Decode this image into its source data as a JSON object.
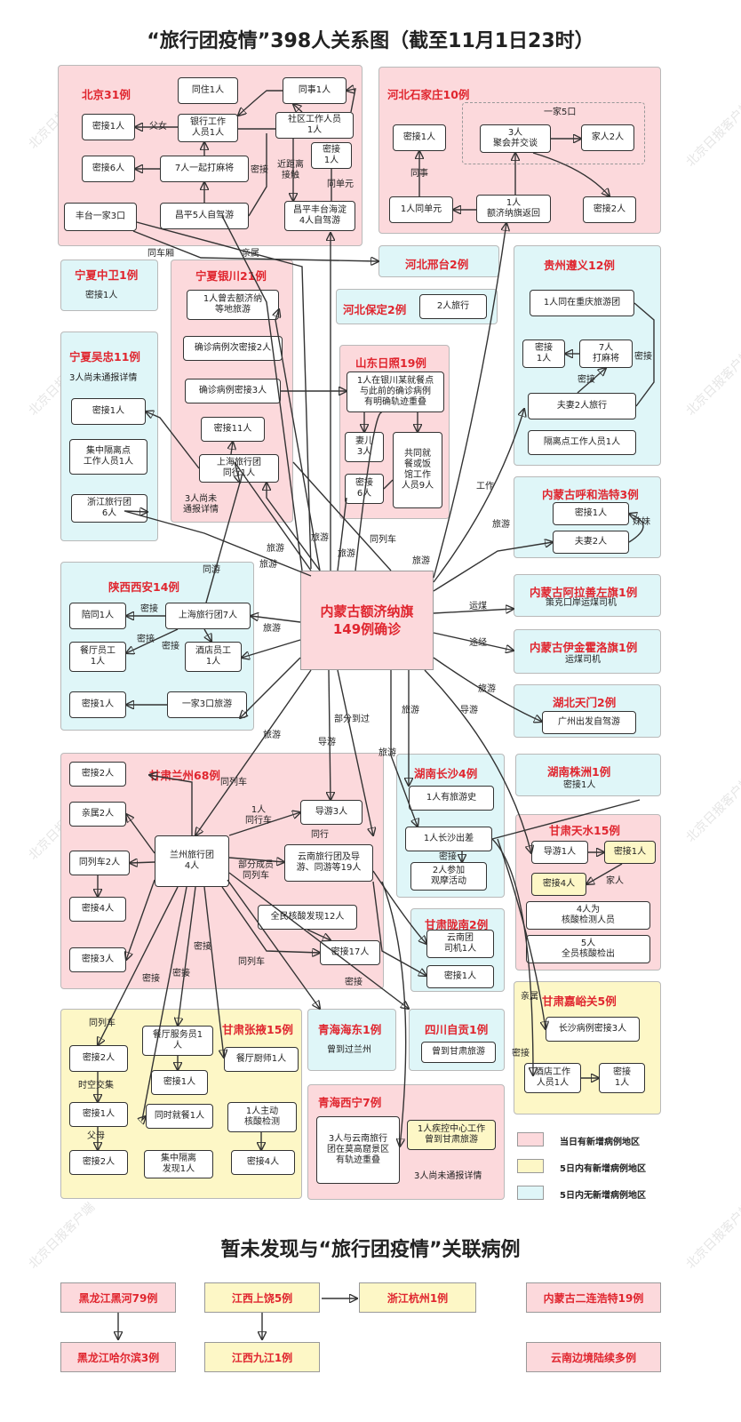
{
  "header": {
    "title": "“旅行团疫情”398人关系图（截至11月1日23时）"
  },
  "center": {
    "label": "内蒙古额济纳旗\n149例确诊"
  },
  "regions": {
    "beijing": {
      "title": "北京31例",
      "nodes": {
        "tongzhu": "同住1人",
        "tongshi": "同事1人",
        "mijie1": "密接1人",
        "bank": "银行工作\n人员1人",
        "shequ": "社区工作人员\n1人",
        "mijie_c": "密接\n1人",
        "mijie6": "密接6人",
        "majiang": "7人一起打麻将",
        "fengtai": "丰台一家3口",
        "changping": "昌平5人自驾游",
        "cp_haidian": "昌平丰台海淀\n4人自驾游"
      },
      "labels": {
        "fuma": "父女",
        "mijie_l": "密接",
        "jinjuli": "近距离\n接触",
        "tongdanyuan": "同单元"
      }
    },
    "shijiazhuang": {
      "title": "河北石家庄10例",
      "nodes": {
        "mijie1": "密接1人",
        "juhui": "3人\n聚会并交谈",
        "jiaren": "家人2人",
        "mijie2": "密接2人",
        "tongdanyuan": "1人同单元",
        "fanhui": "1人\n额济纳旗返回"
      },
      "labels": {
        "family": "一家5口",
        "tongshi": "同事"
      }
    },
    "xingtai": {
      "title": "河北邢台2例"
    },
    "baoding": {
      "title": "河北保定2例",
      "nodes": {
        "travel": "2人旅行"
      }
    },
    "zhongwei": {
      "title": "宁夏中卫1例",
      "nodes": {
        "mijie": "密接1人"
      }
    },
    "yinchuan": {
      "title": "宁夏银川21例",
      "nodes": {
        "ejina": "1人曾去额济纳\n等地旅游",
        "ciji2": "确诊病例次密接2人",
        "mijie3": "确诊病例密接3人",
        "mijie11": "密接11人",
        "shanghai": "上海旅行团\n同行1人"
      },
      "labels": {
        "note": "3人尚未\n通报详情"
      }
    },
    "wuzhong": {
      "title": "宁夏吴忠11例",
      "nodes": {
        "mijie": "密接1人",
        "geli": "集中隔离点\n工作人员1人",
        "zhejiang": "浙江旅行团\n6人"
      },
      "labels": {
        "note": "3人尚未通报详情"
      }
    },
    "rizhao": {
      "title": "山东日照19例",
      "nodes": {
        "main": "1人在银川某就餐点\n与此前的确诊病例\n有明确轨迹重叠",
        "wife": "妻儿\n3人",
        "restaurant": "共同就\n餐或饭\n馆工作\n人员9人",
        "mijie6": "密接\n6人"
      }
    },
    "zunyi": {
      "title": "贵州遵义12例",
      "nodes": {
        "chongqing": "1人同在重庆旅游团",
        "mijie1": "密接\n1人",
        "majiang": "7人\n打麻将",
        "couple": "夫妻2人旅行",
        "geli": "隔离点工作人员1人"
      },
      "labels": {
        "mijie_a": "密接",
        "mijie_b": "密接"
      }
    },
    "huhehaote": {
      "title": "内蒙古呼和浩特3例",
      "nodes": {
        "mijie": "密接1人",
        "couple": "夫妻2人"
      },
      "labels": {
        "meimei": "妹妹"
      }
    },
    "xian": {
      "title": "陕西西安14例",
      "nodes": {
        "peitong": "陪同1人",
        "shanghai": "上海旅行团7人",
        "canting": "餐厅员工\n1人",
        "jiudian": "酒店员工\n1人",
        "mijie": "密接1人",
        "family3": "一家3口旅游"
      },
      "labels": {
        "mijie_a": "密接",
        "mijie_b": "密接",
        "mijie_c": "密接"
      }
    },
    "alashan": {
      "title": "内蒙古阿拉善左旗1例",
      "sub": "策克口岸运煤司机"
    },
    "yijinhuoluo": {
      "title": "内蒙古伊金霍洛旗1例",
      "sub": "运煤司机"
    },
    "tianmen": {
      "title": "湖北天门2例",
      "nodes": {
        "gz": "广州出发自驾游"
      }
    },
    "lanzhou": {
      "title": "甘肃兰州68例",
      "nodes": {
        "mijie2": "密接2人",
        "qinshu": "亲属2人",
        "tonglieche": "同列车2人",
        "mijie4": "密接4人",
        "mijie3": "密接3人",
        "tuan": "兰州旅行团\n4人",
        "yunnan": "云南旅行团及导\n游、同游等19人",
        "daoyou": "导游3人",
        "quanmin": "全民核酸发现12人",
        "mijie17": "密接17人"
      },
      "labels": {
        "tongliechen": "同列车",
        "tongxing": "1人\n同行车",
        "tongxing2": "同行",
        "bufen": "部分成员\n同列车",
        "tonglieche2": "同列车",
        "mijie_a": "密接",
        "mijie_b": "密接",
        "mijie_c": "密接",
        "mijie_d": "密接"
      }
    },
    "changsha": {
      "title": "湖南长沙4例",
      "nodes": {
        "lvyou": "1人有旅游史",
        "chuchai": "1人长沙出差",
        "guanmo": "2人参加\n观摩活动"
      },
      "labels": {
        "mijie": "密接"
      }
    },
    "zhuzhou": {
      "title": "湖南株洲1例",
      "sub": "密接1人"
    },
    "tianshui": {
      "title": "甘肃天水15例",
      "nodes": {
        "daoyou": "导游1人",
        "mijie_y": "密接1人",
        "mijie4": "密接4人",
        "hesuan": "4人为\n核酸检测人员",
        "quanyuan": "5人\n全员核酸检出"
      },
      "labels": {
        "jiaren": "家人"
      }
    },
    "longnan": {
      "title": "甘肃陇南2例",
      "nodes": {
        "siji": "云南团\n司机1人",
        "mijie": "密接1人"
      }
    },
    "jiayuguan": {
      "title": "甘肃嘉峪关5例",
      "nodes": {
        "changsha": "长沙病例密接3人",
        "jiudian": "酒店工作\n人员1人",
        "mijie": "密接\n1人"
      },
      "labels": {
        "qinshu": "亲属",
        "mijie": "密接"
      }
    },
    "zhangye": {
      "title": "甘肃张掖15例",
      "nodes": {
        "mijie2": "密接2人",
        "fuwuyuan": "餐厅服务员1\n人",
        "chushi": "餐厅厨师1人",
        "mijie1a": "密接1人",
        "mijie1b": "密接1人",
        "tongshi": "同时就餐1人",
        "zhudong": "1人主动\n核酸检测",
        "mijie2b": "密接2人",
        "jizhong": "集中隔离\n发现1人",
        "mijie4": "密接4人"
      },
      "labels": {
        "tonglieche": "同列车",
        "shikong": "时空交集",
        "fumu": "父母"
      }
    },
    "haidong": {
      "title": "青海海东1例",
      "sub": "曾到过兰州"
    },
    "zigong": {
      "title": "四川自贡1例",
      "nodes": {
        "gansu": "曾到甘肃旅游"
      }
    },
    "xining": {
      "title": "青海西宁7例",
      "nodes": {
        "yunnan": "3人与云南旅行\n团在莫高窟景区\n有轨迹重叠",
        "jikong": "1人疾控中心工作\n曾到甘肃旅游"
      },
      "labels": {
        "note": "3人尚未通报详情"
      }
    }
  },
  "edge_labels": {
    "lvyou1": "旅游",
    "lvyou2": "旅游",
    "lvyou3": "旅游",
    "lvyou4": "旅游",
    "lvyou5": "旅游",
    "lvyou6": "旅游",
    "lvyou7": "旅游",
    "lvyou8": "旅游",
    "lvyou9": "旅游",
    "lvyou10": "旅游",
    "tonglieche": "同列车",
    "gongzuo": "工作",
    "yunmei": "运煤",
    "tujing": "途经",
    "daoyou1": "导游",
    "daoyou2": "导游",
    "bufen": "部分到过",
    "tongchexiang": "同车厢",
    "qinshu": "亲属",
    "tongyou": "同游"
  },
  "legend": [
    {
      "label": "当日有新增病例地区",
      "color": "#fcd9dc"
    },
    {
      "label": "5日内有新增病例地区",
      "color": "#fdf7c6"
    },
    {
      "label": "5日内无新增病例地区",
      "color": "#dff6f8"
    }
  ],
  "unrelated": {
    "title": "暂未发现与“旅行团疫情”关联病例",
    "items": {
      "heihe": "黑龙江黑河79例",
      "harbin": "黑龙江哈尔滨3例",
      "shangrao": "江西上饶5例",
      "jiujiang": "江西九江1例",
      "hangzhou": "浙江杭州1例",
      "erlian": "内蒙古二连浩特19例",
      "yunnan": "云南边境陆续多例"
    }
  },
  "watermark": "北京日报客户端",
  "colors": {
    "pink": "#fcd9dc",
    "yellow": "#fdf7c6",
    "cyan": "#dff6f8",
    "red": "#e0262f"
  }
}
